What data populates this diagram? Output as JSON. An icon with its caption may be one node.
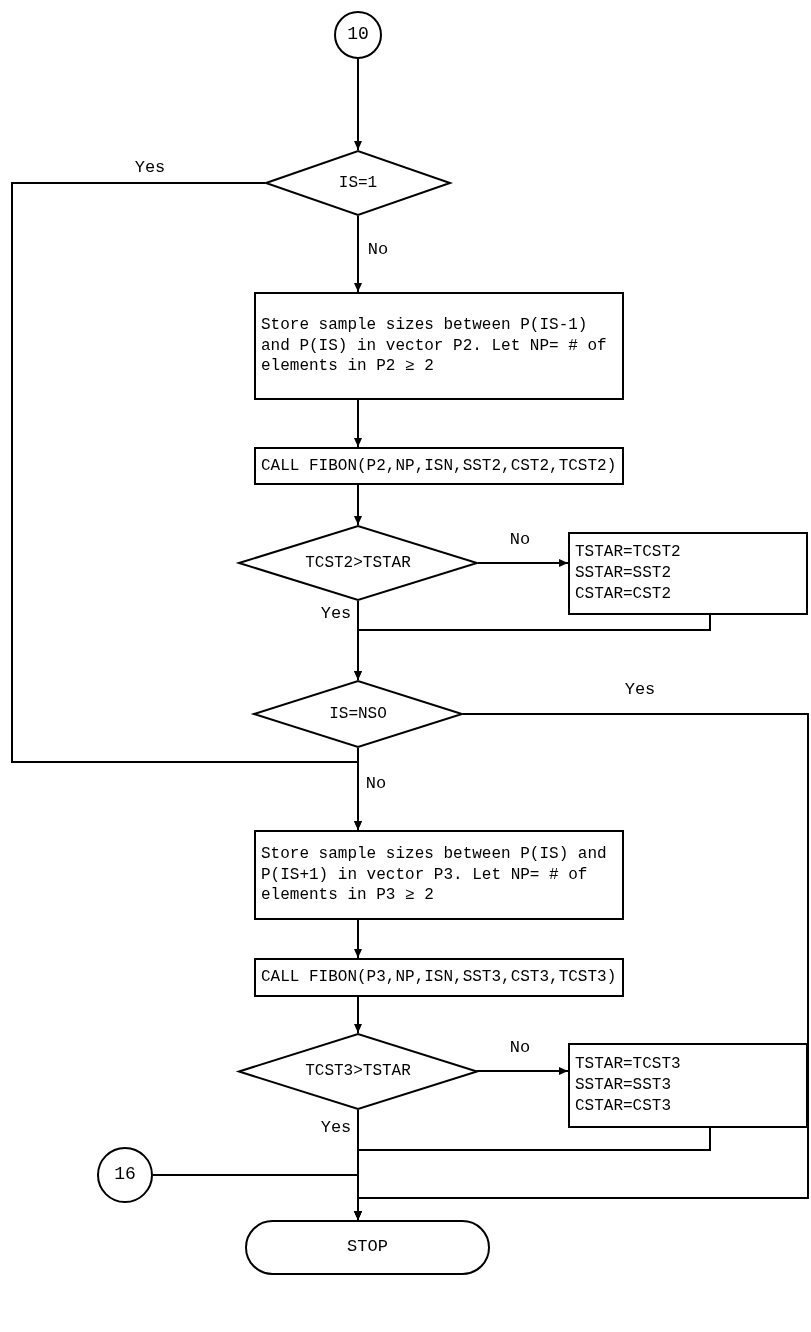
{
  "diagram": {
    "nodes": [
      {
        "text": [
          "10"
        ]
      },
      {
        "text": [
          "IS=1"
        ]
      },
      {
        "text": [
          "Store sample sizes between P(IS-1) and P(IS) in vector P2. Let NP= # of elements in P2 ≥ 2"
        ]
      },
      {
        "text": [
          "CALL FIBON(P2,NP,ISN,SST2,CST2,TCST2)"
        ]
      },
      {
        "text": [
          "TCST2>TSTAR"
        ]
      },
      {
        "text": [
          "TSTAR=TCST2",
          "SSTAR=SST2",
          "CSTAR=CST2"
        ]
      },
      {
        "text": [
          "IS=NSO"
        ]
      },
      {
        "text": [
          "Store sample sizes between P(IS) and P(IS+1) in vector P3. Let NP= # of elements in P3 ≥ 2"
        ]
      },
      {
        "text": [
          "CALL FIBON(P3,NP,ISN,SST3,CST3,TCST3)"
        ]
      },
      {
        "text": [
          "TCST3>TSTAR"
        ]
      },
      {
        "text": [
          "TSTAR=TCST3",
          "SSTAR=SST3",
          "CSTAR=CST3"
        ]
      },
      {
        "text": [
          "16"
        ]
      },
      {
        "text": [
          "STOP"
        ]
      }
    ],
    "edges": [
      {
        "from": 0,
        "to": 1,
        "arrow": "to"
      },
      {
        "from": 1,
        "to": 7,
        "arrow": "to",
        "label": "Yes"
      },
      {
        "from": 1,
        "to": 2,
        "arrow": "to",
        "label": "No"
      },
      {
        "from": 2,
        "to": 3,
        "arrow": "to"
      },
      {
        "from": 3,
        "to": 4,
        "arrow": "to"
      },
      {
        "from": 4,
        "to": 5,
        "arrow": "to",
        "label": "No"
      },
      {
        "from": 4,
        "to": 6,
        "arrow": "to",
        "label": "Yes"
      },
      {
        "from": 5,
        "to": 6,
        "arrow": "to"
      },
      {
        "from": 6,
        "to": 12,
        "arrow": "to",
        "label": "Yes"
      },
      {
        "from": 6,
        "to": 7,
        "arrow": "to",
        "label": "No"
      },
      {
        "from": 7,
        "to": 8,
        "arrow": "to"
      },
      {
        "from": 8,
        "to": 9,
        "arrow": "to"
      },
      {
        "from": 9,
        "to": 10,
        "arrow": "to",
        "label": "No"
      },
      {
        "from": 9,
        "to": 12,
        "arrow": "to",
        "label": "Yes"
      },
      {
        "from": 10,
        "to": 12,
        "arrow": "to"
      },
      {
        "from": 11,
        "to": 12,
        "arrow": "to"
      }
    ]
  }
}
